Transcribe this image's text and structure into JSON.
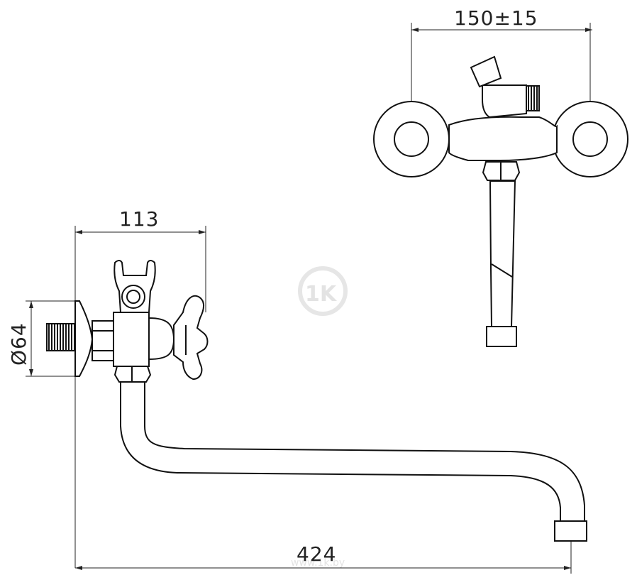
{
  "dimensions": {
    "top_width": "150±15",
    "body_width": "113",
    "diameter": "Ø64",
    "total_length": "424"
  },
  "watermark": {
    "logo": "1K",
    "site": "www.1k.by"
  },
  "colors": {
    "line": "#111111",
    "watermark": "#e3e3e3"
  }
}
